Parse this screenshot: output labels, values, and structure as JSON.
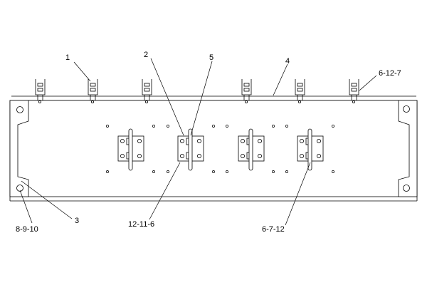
{
  "diagram": {
    "callouts": {
      "c1": "1",
      "c2": "2",
      "c5": "5",
      "c4": "4",
      "c6127": "6-12-7",
      "c3": "3",
      "c8910": "8-9-10",
      "c12116": "12-11-6",
      "c6712": "6-7-12"
    },
    "colors": {
      "line": "#000000",
      "fill": "#ffffff"
    }
  }
}
